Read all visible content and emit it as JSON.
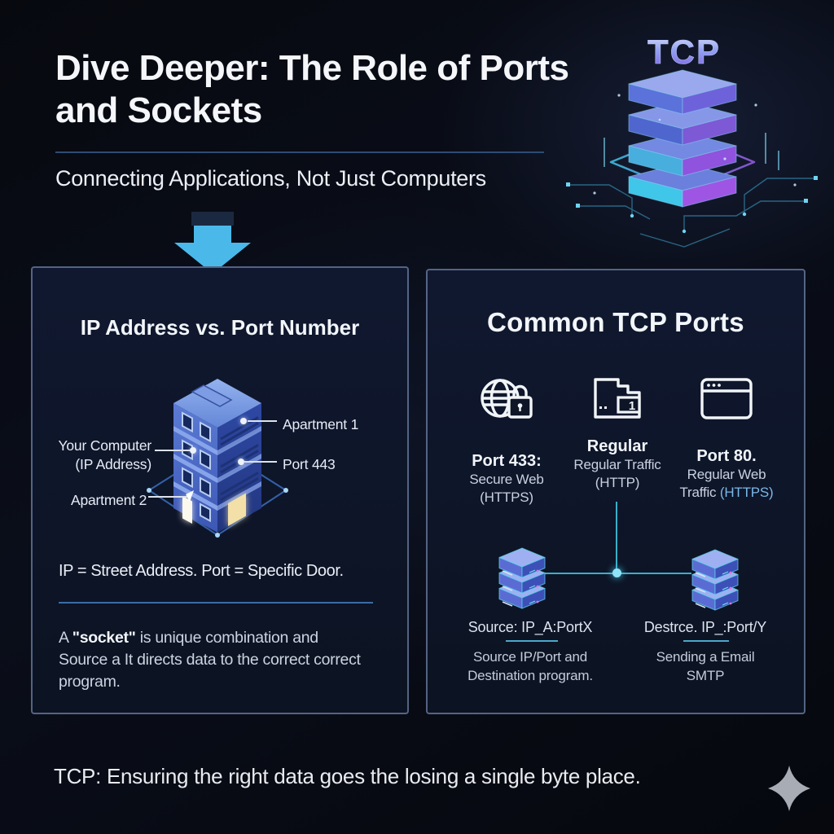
{
  "header": {
    "title": "Dive Deeper: The Role of Ports and Sockets",
    "subtitle": "Connecting Applications, Not Just Computers"
  },
  "hero": {
    "tcp_label": "TCP"
  },
  "left_panel": {
    "heading": "IP Address vs. Port Number",
    "building_labels": {
      "apartment1": "Apartment 1",
      "your_computer_line1": "Your Computer",
      "your_computer_line2": "(IP Address)",
      "port443": "Port 443",
      "apartment2": "Apartment 2"
    },
    "analogy": "IP = Street Address. Port = Specific Door.",
    "socket_note": {
      "line1_prefix": "A ",
      "line1_bold": "\"socket\"",
      "line1_rest": " is unique combination and",
      "line2": "Source a It directs data to the correct correct",
      "line3": "program."
    }
  },
  "right_panel": {
    "heading": "Common TCP Ports",
    "ports": [
      {
        "icon": "globe-lock-icon",
        "title": "Port 433:",
        "line1": "Secure Web",
        "line2": "(HTTPS)"
      },
      {
        "icon": "folder-doc-icon",
        "icon_badge": "1",
        "title": "Regular",
        "line1": "Regular Traffic",
        "line2": "(HTTP)"
      },
      {
        "icon": "browser-window-icon",
        "title": "Port 80.",
        "line1": "Regular Web",
        "line2_prefix": "Traffic ",
        "line2_highlight": "(HTTPS)"
      }
    ],
    "servers": [
      {
        "label": "Source: IP_A:PortX",
        "desc_line1": "Source IP/Port and",
        "desc_line2": "Destination program."
      },
      {
        "label": "Destrce. IP_:Port/Y",
        "desc_line1": "Sending a Email",
        "desc_line2": "SMTP"
      }
    ]
  },
  "footer": {
    "caption": "TCP: Ensuring the right data goes the losing a single byte place."
  },
  "colors": {
    "accent_cyan": "#4ab9ea",
    "connector_cyan": "#3fc0dc",
    "panel_border": "#7082a8",
    "https_highlight": "#79b8e8",
    "building_blue": "#4a6cc8",
    "stack_purple": "#9a5ce8"
  }
}
